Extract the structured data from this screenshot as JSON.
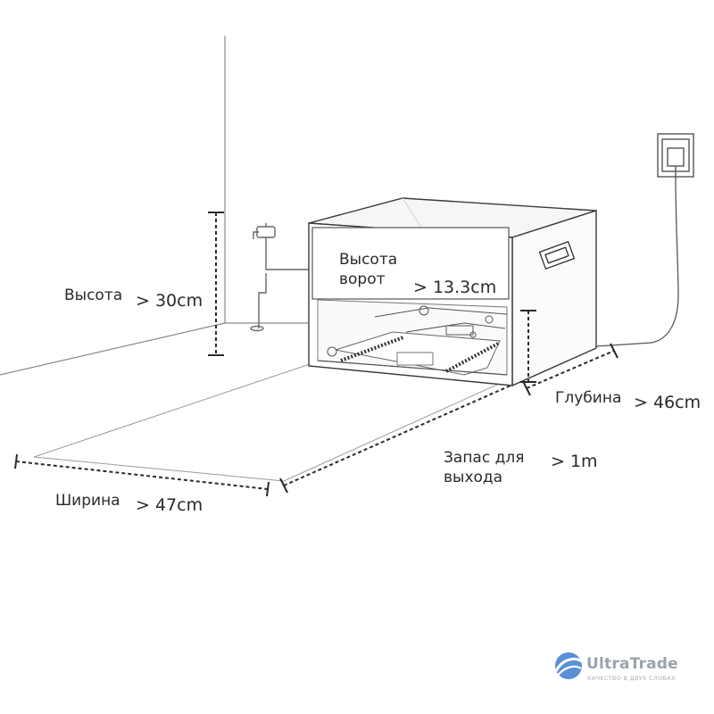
{
  "dimensions": {
    "height": {
      "label": "Высота",
      "value": "> 30cm"
    },
    "gate": {
      "label_line1": "Высота",
      "label_line2": "ворот",
      "value": "> 13.3cm"
    },
    "depth": {
      "label": "Глубина",
      "value": "> 46cm"
    },
    "clearance": {
      "label_line1": "Запас для",
      "label_line2": "выхода",
      "value": "> 1m"
    },
    "width": {
      "label": "Ширина",
      "value": "> 47cm"
    }
  },
  "watermark": {
    "name": "UltraTrade",
    "tagline": "КАЧЕСТВО В ДВУХ СЛОВАХ",
    "colors": {
      "logo": "#5b8fd6",
      "text": "#9aa3ad"
    }
  },
  "colors": {
    "line": "#3a3a3a",
    "light_line": "#8a8a8a",
    "text": "#2a2a2a"
  }
}
